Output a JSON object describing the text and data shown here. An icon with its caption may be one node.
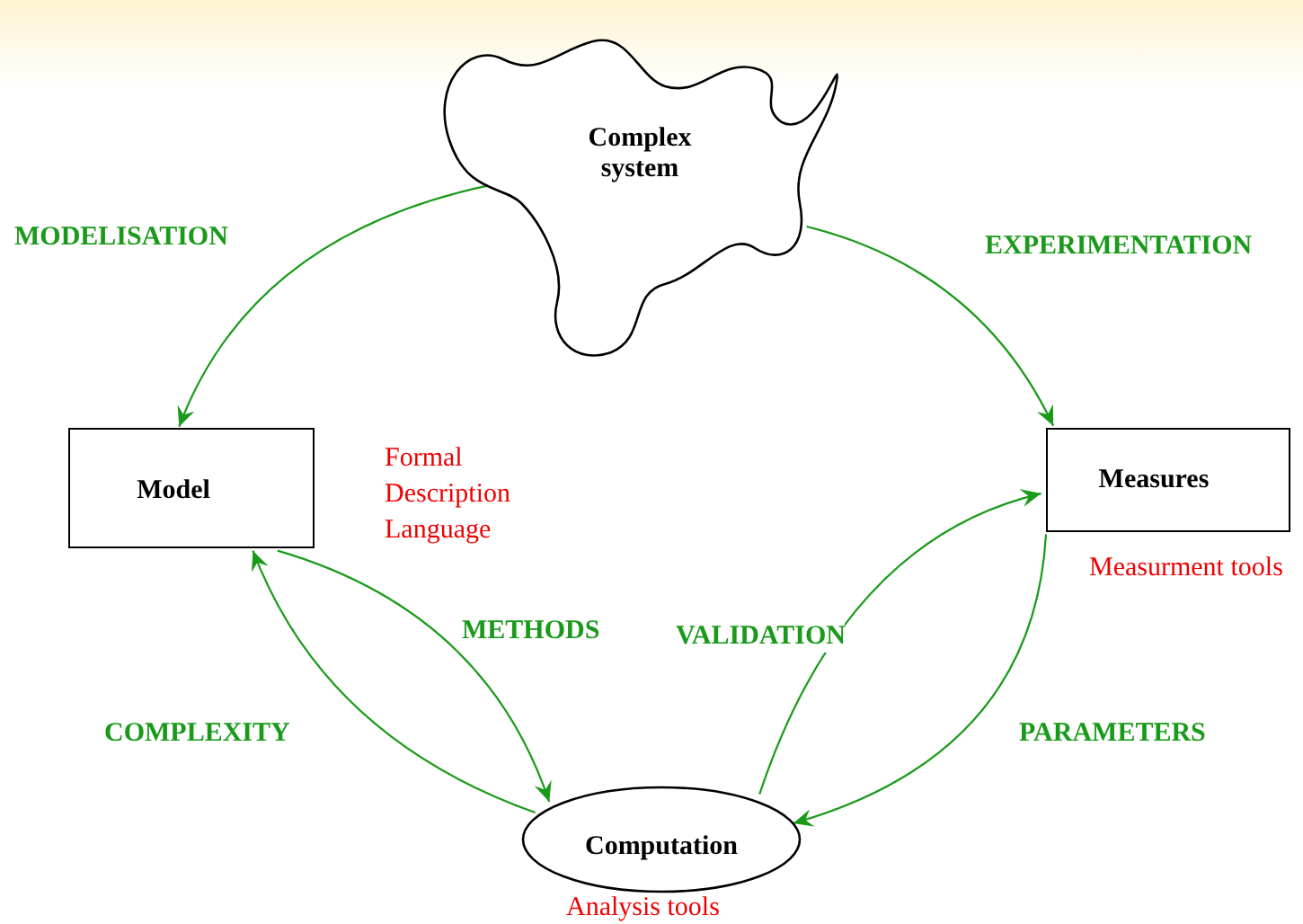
{
  "diagram": {
    "nodes": [
      {
        "text": [
          "Complex system"
        ]
      },
      {
        "text": [
          "Model"
        ],
        "beside": [
          "Formal Description Language"
        ]
      },
      {
        "text": [
          "Measures"
        ],
        "beside": [
          "Measurment tools"
        ]
      },
      {
        "text": [
          "Computation"
        ],
        "beside": [
          "Analysis tools"
        ]
      }
    ],
    "edges": [
      {
        "from": 0,
        "to": 1,
        "arrow": "to",
        "label": "MODELISATION"
      },
      {
        "from": 0,
        "to": 2,
        "arrow": "to",
        "label": "EXPERIMENTATION"
      },
      {
        "from": 1,
        "to": 3,
        "arrow": "to",
        "label": "METHODS"
      },
      {
        "from": 3,
        "to": 1,
        "arrow": "to",
        "label": "COMPLEXITY"
      },
      {
        "from": 3,
        "to": 2,
        "arrow": "to",
        "label": "VALIDATION"
      },
      {
        "from": 2,
        "to": 3,
        "arrow": "to",
        "label": "PARAMETERS"
      }
    ]
  }
}
